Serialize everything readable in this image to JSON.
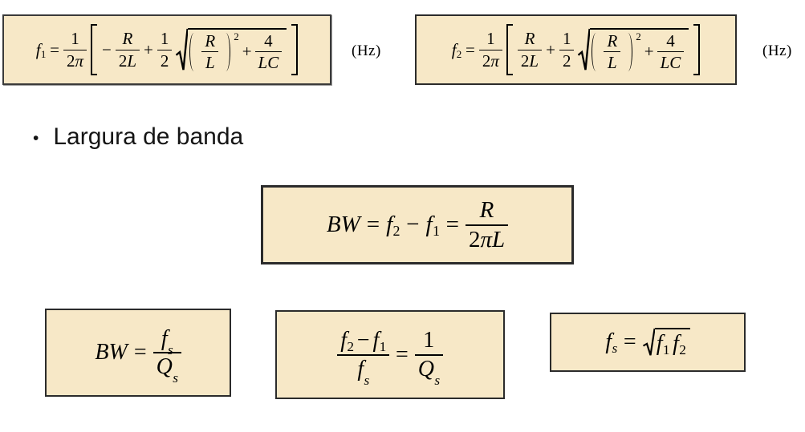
{
  "colors": {
    "box_fill": "#f7e8c7",
    "box_border": "#2b2b2b",
    "text": "#000000"
  },
  "bullet": {
    "marker": "•",
    "text": "Largura de banda"
  },
  "hz": {
    "left": "(Hz)",
    "right": "(Hz)"
  },
  "f1": {
    "name": "f",
    "sub": "1",
    "eq": "=",
    "coef_num": "1",
    "coef_den_digit": "2",
    "coef_den_pi": "π",
    "minus": "−",
    "t1_num": "R",
    "t1_den_digit": "2",
    "t1_den_var": "L",
    "plus": "+",
    "t2_num": "1",
    "t2_den": "2",
    "r_num": "R",
    "r_den": "L",
    "sup": "2",
    "plus2": "+",
    "t4_num": "4",
    "t4_den": "LC"
  },
  "f2": {
    "name": "f",
    "sub": "2",
    "eq": "=",
    "coef_num": "1",
    "coef_den_digit": "2",
    "coef_den_pi": "π",
    "t1_num": "R",
    "t1_den_digit": "2",
    "t1_den_var": "L",
    "plus": "+",
    "t2_num": "1",
    "t2_den": "2",
    "r_num": "R",
    "r_den": "L",
    "sup": "2",
    "plus2": "+",
    "t4_num": "4",
    "t4_den": "LC"
  },
  "bw": {
    "lhs": "BW",
    "eq1": "=",
    "fa": "f",
    "fa_sub": "2",
    "minus": "−",
    "fb": "f",
    "fb_sub": "1",
    "eq2": "=",
    "num": "R",
    "den_digit": "2",
    "den_vars": "πL"
  },
  "bwq": {
    "lhs": "BW",
    "eq": "=",
    "num_var": "f",
    "num_sub": "s",
    "den_var": "Q",
    "den_sub": "s"
  },
  "ratio": {
    "na": "f",
    "na_sub": "2",
    "minus": "−",
    "nb": "f",
    "nb_sub": "1",
    "den_var": "f",
    "den_sub": "s",
    "eq": "=",
    "r_num": "1",
    "r_den_var": "Q",
    "r_den_sub": "s"
  },
  "fs": {
    "lhs_var": "f",
    "lhs_sub": "s",
    "eq": "=",
    "ra": "f",
    "ra_sub": "1",
    "rb": "f",
    "rb_sub": "2"
  }
}
